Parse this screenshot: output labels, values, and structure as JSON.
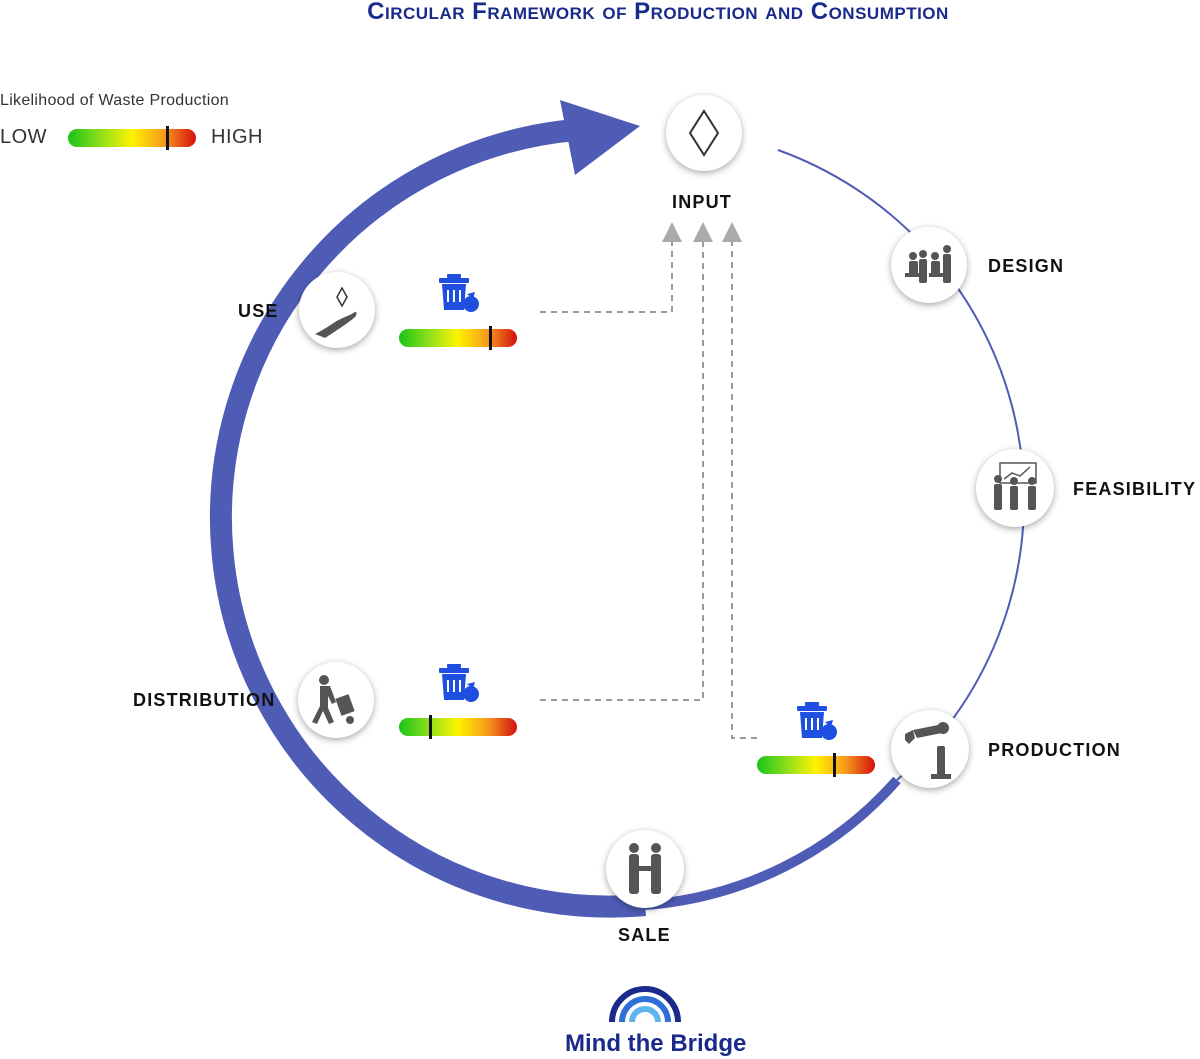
{
  "header": {
    "title": "Circular Framework of Production and Consumption"
  },
  "legend": {
    "title": "Likelihood of Waste Production",
    "low": "LOW",
    "high": "HIGH",
    "marker_fraction": 0.77
  },
  "nodes": {
    "input": {
      "label": "INPUT",
      "icon": "diamond-icon"
    },
    "design": {
      "label": "DESIGN",
      "icon": "team-meeting-icon"
    },
    "feasibility": {
      "label": "FEASIBILITY",
      "icon": "presentation-icon"
    },
    "production": {
      "label": "PRODUCTION",
      "icon": "robot-arm-icon"
    },
    "sale": {
      "label": "SALE",
      "icon": "handshake-icon"
    },
    "distribution": {
      "label": "DISTRIBUTION",
      "icon": "hand-truck-icon"
    },
    "use": {
      "label": "USE",
      "icon": "hand-diamond-icon"
    }
  },
  "waste": {
    "use": {
      "icon": "trash-bin-icon",
      "likelihood": 0.77
    },
    "distribution": {
      "icon": "trash-bin-icon",
      "likelihood": 0.26
    },
    "production": {
      "icon": "trash-bin-icon",
      "likelihood": 0.65
    }
  },
  "colors": {
    "ring": "#4f5cb5",
    "title": "#1a2a8a",
    "bin": "#1f4fe0",
    "dash": "#9a9a9a"
  },
  "footer": {
    "brand": "Mind the Bridge"
  }
}
